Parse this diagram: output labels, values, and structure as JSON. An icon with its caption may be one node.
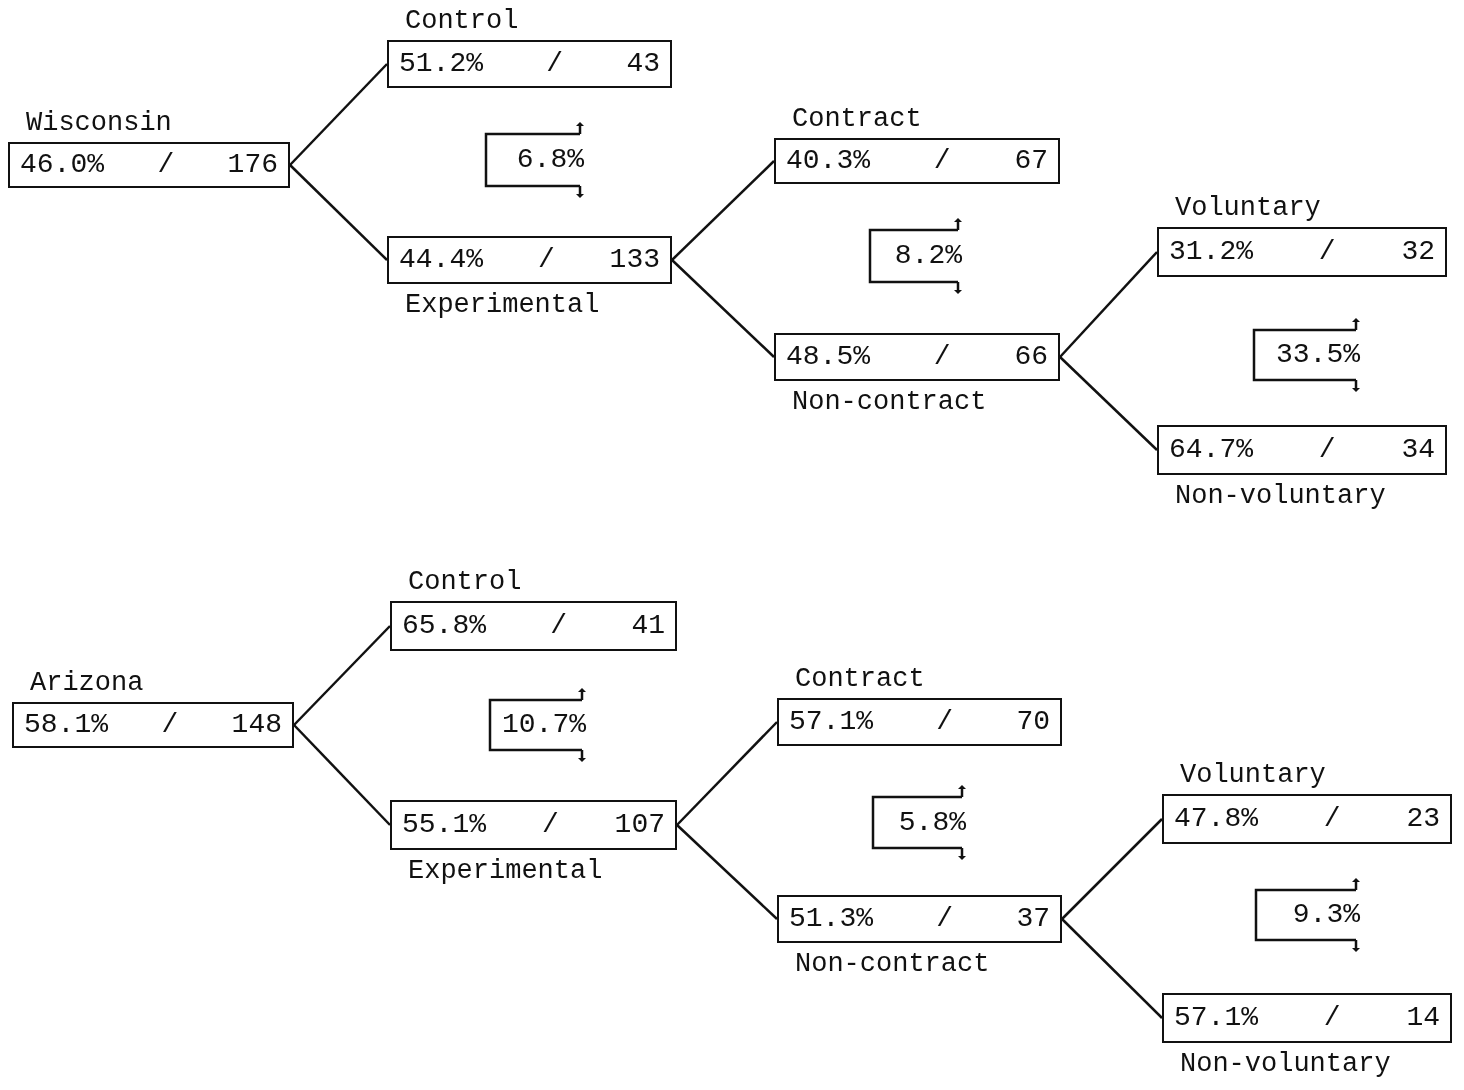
{
  "diagram": {
    "nodes": [
      {
        "text": [
          "Wisconsin",
          "46.0% / 176"
        ]
      },
      {
        "text": [
          "Control",
          "51.2% / 43"
        ]
      },
      {
        "text": [
          "6.8%"
        ]
      },
      {
        "text": [
          "44.4% / 133",
          "Experimental"
        ]
      },
      {
        "text": [
          "Contract",
          "40.3% / 67"
        ]
      },
      {
        "text": [
          "8.2%"
        ]
      },
      {
        "text": [
          "48.5% / 66",
          "Non-contract"
        ]
      },
      {
        "text": [
          "Voluntary",
          "31.2% / 32"
        ]
      },
      {
        "text": [
          "33.5%"
        ]
      },
      {
        "text": [
          "64.7% / 34",
          "Non-voluntary"
        ]
      },
      {
        "text": [
          "Arizona",
          "58.1% / 148"
        ]
      },
      {
        "text": [
          "Control",
          "65.8% / 41"
        ]
      },
      {
        "text": [
          "10.7%"
        ]
      },
      {
        "text": [
          "55.1% / 107",
          "Experimental"
        ]
      },
      {
        "text": [
          "Contract",
          "57.1% / 70"
        ]
      },
      {
        "text": [
          "5.8%"
        ]
      },
      {
        "text": [
          "51.3% / 37",
          "Non-contract"
        ]
      },
      {
        "text": [
          "Voluntary",
          "47.8% / 23"
        ]
      },
      {
        "text": [
          "9.3%"
        ]
      },
      {
        "text": [
          "57.1% / 14",
          "Non-voluntary"
        ]
      }
    ],
    "edges": [
      {
        "from": 0,
        "to": 1,
        "arrow": "none"
      },
      {
        "from": 0,
        "to": 3,
        "arrow": "none"
      },
      {
        "from": 3,
        "to": 4,
        "arrow": "none"
      },
      {
        "from": 3,
        "to": 6,
        "arrow": "none"
      },
      {
        "from": 6,
        "to": 7,
        "arrow": "none"
      },
      {
        "from": 6,
        "to": 9,
        "arrow": "none"
      },
      {
        "from": 10,
        "to": 11,
        "arrow": "none"
      },
      {
        "from": 10,
        "to": 13,
        "arrow": "none"
      },
      {
        "from": 13,
        "to": 14,
        "arrow": "none"
      },
      {
        "from": 13,
        "to": 16,
        "arrow": "none"
      },
      {
        "from": 16,
        "to": 17,
        "arrow": "none"
      },
      {
        "from": 16,
        "to": 19,
        "arrow": "none"
      }
    ]
  }
}
